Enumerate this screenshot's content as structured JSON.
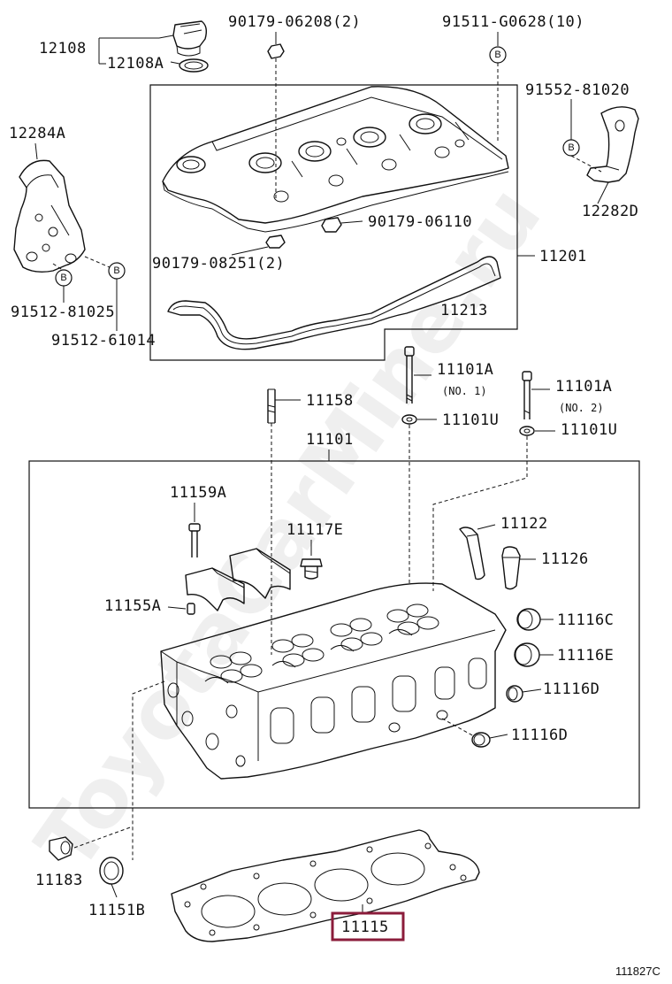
{
  "diagram_code": "111827C",
  "watermark": "ToyotaCarMine.ru",
  "highlighted_part": "11115",
  "service_badge": "B",
  "labels": {
    "p12108": "12108",
    "p12108a": "12108A",
    "p90179_06208": "90179-06208(2)",
    "p91511_g0628": "91511-G0628(10)",
    "p91552_81020": "91552-81020",
    "p12284a": "12284A",
    "p12282d": "12282D",
    "p90179_06110": "90179-06110",
    "p90179_08251": "90179-08251(2)",
    "p11201": "11201",
    "p11213": "11213",
    "p91512_81025": "91512-81025",
    "p91512_61014": "91512-61014",
    "p11101a_1": "11101A",
    "p11101a_1_note": "(NO. 1)",
    "p11101u_1": "11101U",
    "p11158": "11158",
    "p11101a_2": "11101A",
    "p11101a_2_note": "(NO. 2)",
    "p11101u_2": "11101U",
    "p11101": "11101",
    "p11159a": "11159A",
    "p11117e": "11117E",
    "p11122": "11122",
    "p11126": "11126",
    "p11155a": "11155A",
    "p11116c": "11116C",
    "p11116e": "11116E",
    "p11116d_a": "11116D",
    "p11116d_b": "11116D",
    "p11183": "11183",
    "p11151b": "11151B",
    "p11115": "11115"
  }
}
